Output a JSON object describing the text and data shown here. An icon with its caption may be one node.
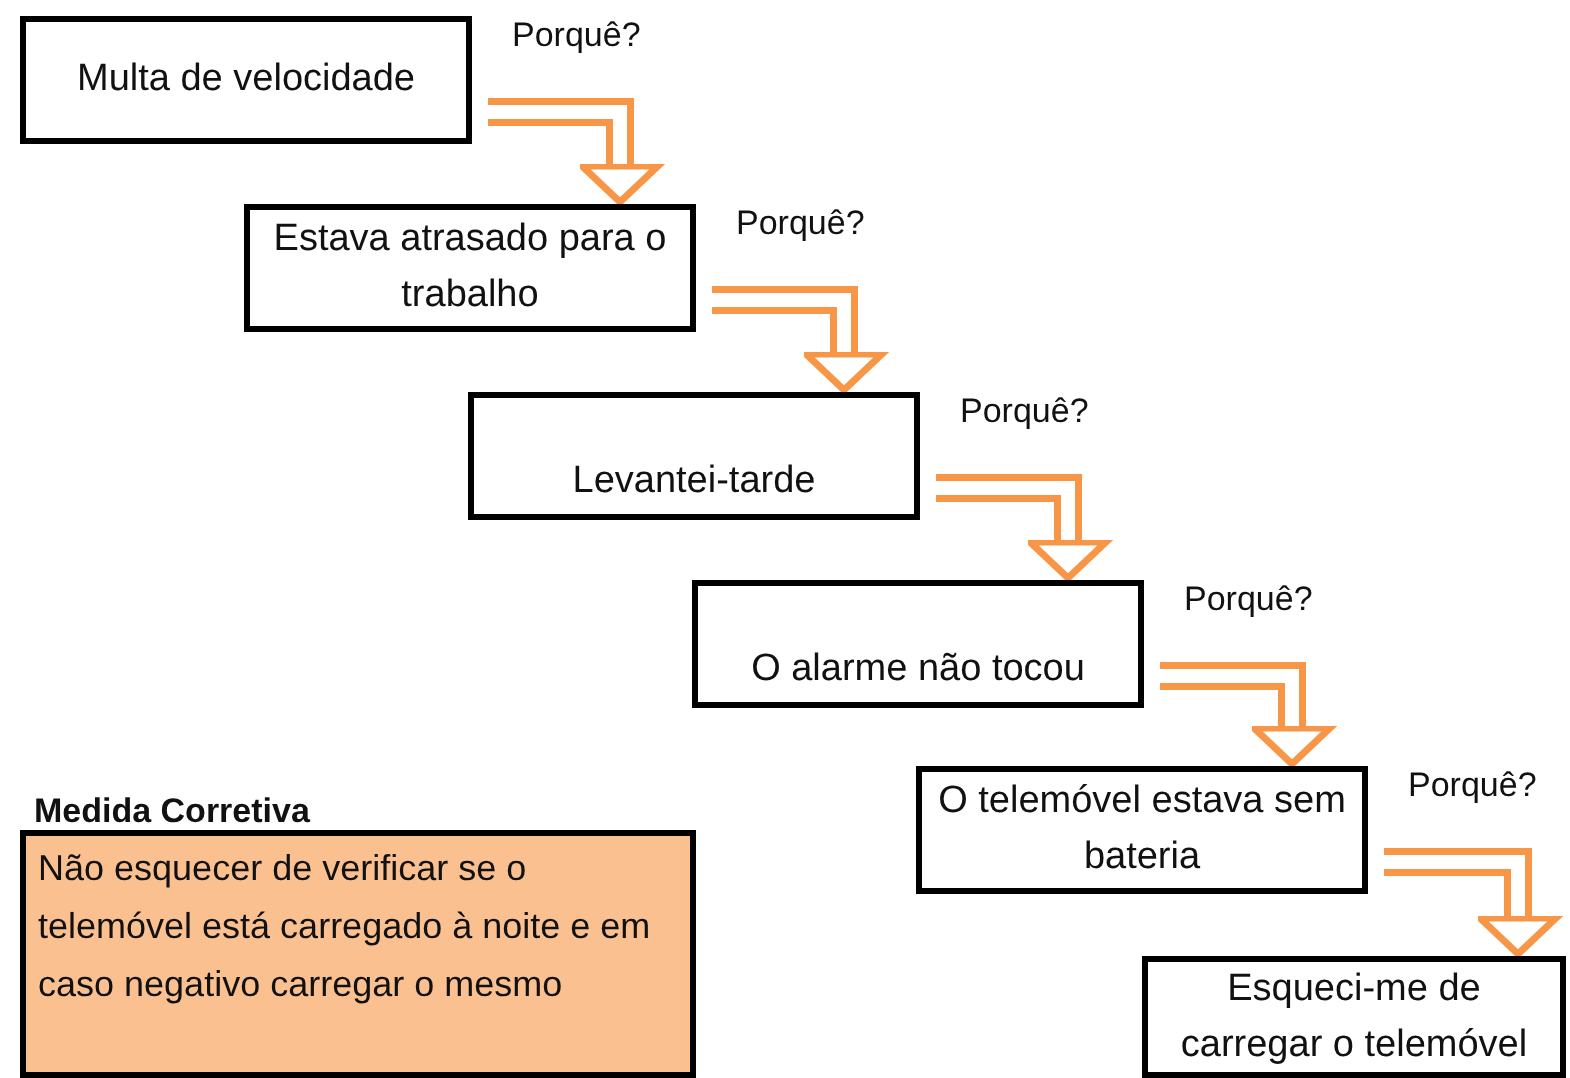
{
  "diagram": {
    "nodes": [
      {
        "text": [
          "Multa de velocidade"
        ]
      },
      {
        "text": [
          "Estava atrasado para o trabalho"
        ]
      },
      {
        "text": [
          "Levantei-tarde"
        ]
      },
      {
        "text": [
          "O alarme não tocou"
        ]
      },
      {
        "text": [
          "O telemóvel estava sem bateria"
        ]
      },
      {
        "text": [
          "Esqueci-me de carregar o telemóvel"
        ]
      },
      {
        "text": [
          "Medida Corretiva",
          "Não esquecer de verificar se o telemóvel está carregado à noite e em caso negativo carregar o mesmo"
        ]
      }
    ],
    "edges": [
      {
        "from": 0,
        "to": 1,
        "arrow": "to",
        "label": "Porquê?"
      },
      {
        "from": 1,
        "to": 2,
        "arrow": "to",
        "label": "Porquê?"
      },
      {
        "from": 2,
        "to": 3,
        "arrow": "to",
        "label": "Porquê?"
      },
      {
        "from": 3,
        "to": 4,
        "arrow": "to",
        "label": "Porquê?"
      },
      {
        "from": 4,
        "to": 5,
        "arrow": "to",
        "label": "Porquê?"
      }
    ]
  }
}
